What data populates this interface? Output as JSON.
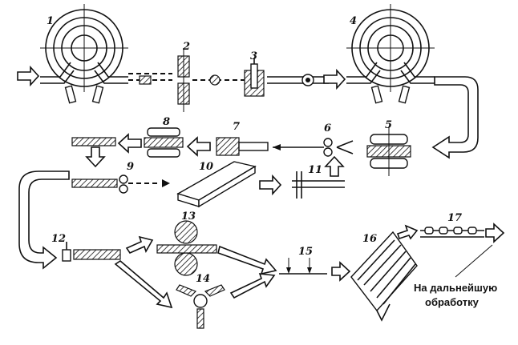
{
  "steps": [
    {
      "id": "1",
      "label": "1"
    },
    {
      "id": "2",
      "label": "2"
    },
    {
      "id": "3",
      "label": "3"
    },
    {
      "id": "4",
      "label": "4"
    },
    {
      "id": "5",
      "label": "5"
    },
    {
      "id": "6",
      "label": "6"
    },
    {
      "id": "7",
      "label": "7"
    },
    {
      "id": "8",
      "label": "8"
    },
    {
      "id": "9",
      "label": "9"
    },
    {
      "id": "10",
      "label": "10"
    },
    {
      "id": "11",
      "label": "11"
    },
    {
      "id": "12",
      "label": "12"
    },
    {
      "id": "13",
      "label": "13"
    },
    {
      "id": "14",
      "label": "14"
    },
    {
      "id": "15",
      "label": "15"
    },
    {
      "id": "16",
      "label": "16"
    },
    {
      "id": "17",
      "label": "17"
    }
  ],
  "annotation": {
    "line1": "На дальнейшую",
    "line2": "обработку"
  }
}
